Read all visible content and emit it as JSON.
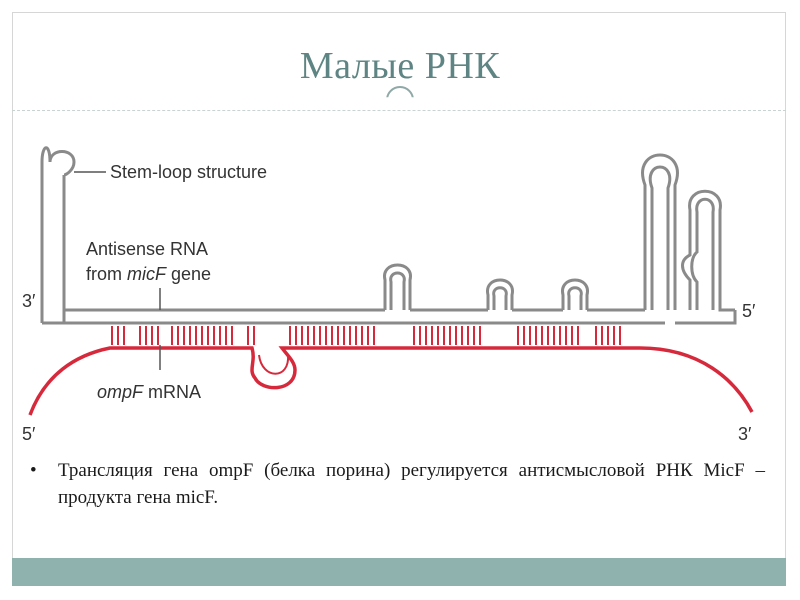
{
  "slide": {
    "title": "Малые РНК"
  },
  "diagram": {
    "labels": {
      "stem_loop": "Stem-loop structure",
      "antisense_line1": "Antisense RNA",
      "antisense_from": "from ",
      "antisense_gene_italic": "micF",
      "antisense_gene": " gene",
      "ompf_italic": "ompF",
      "ompf_mrna": " mRNA",
      "end_3_top": "3′",
      "end_5_top": "5′",
      "end_5_bottom": "5′",
      "end_3_bottom": "3′"
    },
    "colors": {
      "antisense_rna": "#8a8a8a",
      "mrna": "#d62a3c",
      "pairing": "#d62a3c"
    }
  },
  "bullet": {
    "symbol": "•",
    "text": "Трансляция гена ompF (белка порина) регулируется антисмысловой РНК MicF – продукта гена micF."
  },
  "colors": {
    "title": "#5e8583",
    "footer_bar": "#8fb2ae"
  }
}
